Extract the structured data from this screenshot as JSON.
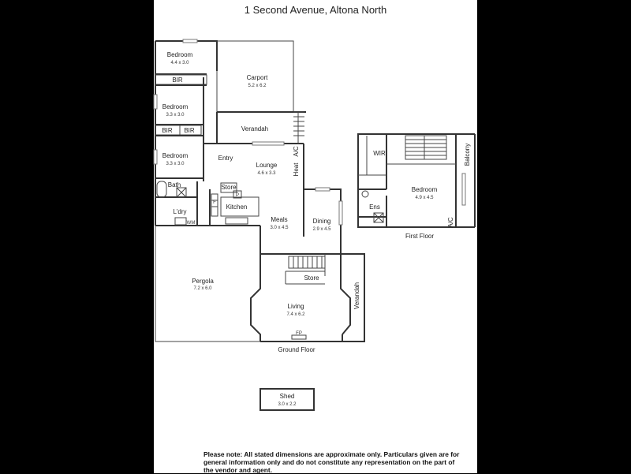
{
  "title": "1 Second Avenue, Altona North",
  "floors": {
    "ground": "Ground Floor",
    "first": "First Floor"
  },
  "rooms": {
    "bed1": {
      "name": "Bedroom",
      "dim": "4.4 x 3.0"
    },
    "bed2": {
      "name": "Bedroom",
      "dim": "3.3 x 3.0"
    },
    "bed3": {
      "name": "Bedroom",
      "dim": "3.3 x 3.0"
    },
    "bir1": "BIR",
    "bir2": "BIR",
    "bir3": "BIR",
    "carport": {
      "name": "Carport",
      "dim": "5.2 x 6.2"
    },
    "verandah_top": "Verandah",
    "entry": "Entry",
    "ac1": "A/C",
    "heat": "Heat",
    "lounge": {
      "name": "Lounge",
      "dim": "4.6 x 3.3"
    },
    "bath": "Bath",
    "ldry": "L'dry",
    "wm": "WM",
    "store_k": "Store",
    "p": "P",
    "f": "F",
    "kitchen": "Kitchen",
    "meals": {
      "name": "Meals",
      "dim": "3.0 x 4.5"
    },
    "dining": {
      "name": "Dining",
      "dim": "2.9 x 4.5"
    },
    "pergola": {
      "name": "Pergola",
      "dim": "7.2 x 6.0"
    },
    "store_l": "Store",
    "living": {
      "name": "Living",
      "dim": "7.4 x 6.2"
    },
    "verandah_side": "Verandah",
    "fp": "FP",
    "wir": "WIR",
    "balcony": "Balcony",
    "bed_first": {
      "name": "Bedroom",
      "dim": "4.9 x 4.5"
    },
    "ens": "Ens",
    "ac2": "A/C",
    "shed": {
      "name": "Shed",
      "dim": "3.0 x 2.2"
    }
  },
  "note": "Please note:  All stated dimensions are approximate only. Particulars given are for general information only and do not constitute any representation on the part of the vendor and agent."
}
